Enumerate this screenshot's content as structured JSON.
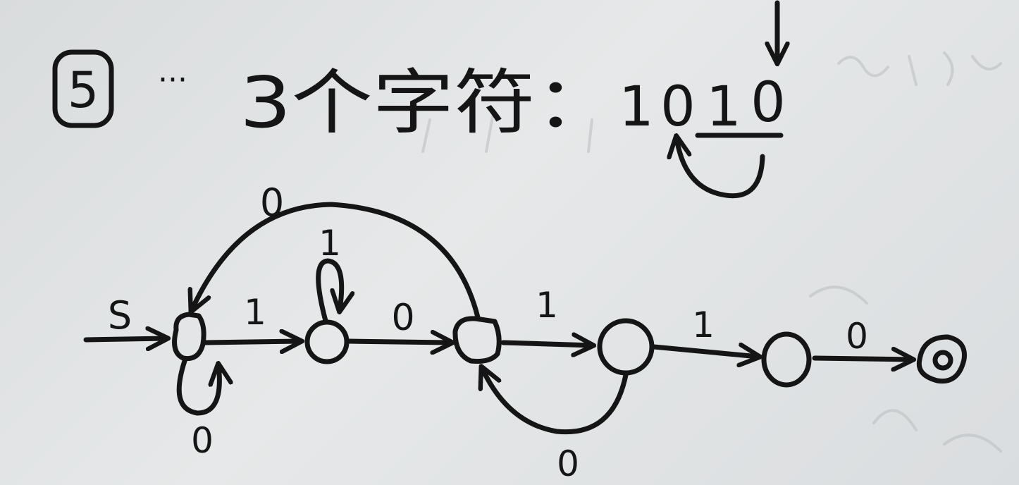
{
  "heading": {
    "item_number": "5",
    "ellipsis": "···",
    "text": "3个字符：",
    "string_digits": [
      "1",
      "0",
      "1",
      "0"
    ]
  },
  "diagram": {
    "start_label": "S",
    "states": [
      {
        "id": "q0"
      },
      {
        "id": "q1"
      },
      {
        "id": "q2"
      },
      {
        "id": "q3"
      },
      {
        "id": "q4"
      },
      {
        "id": "q5",
        "accepting": true
      }
    ],
    "transitions": [
      {
        "from": "q0",
        "to": "q1",
        "label": "1"
      },
      {
        "from": "q1",
        "to": "q2",
        "label": "0"
      },
      {
        "from": "q2",
        "to": "q3",
        "label": "1"
      },
      {
        "from": "q3",
        "to": "q4",
        "label": "1"
      },
      {
        "from": "q4",
        "to": "q5",
        "label": "0"
      },
      {
        "from": "q2",
        "to": "q0",
        "label": "0"
      },
      {
        "from": "q0",
        "to": "q0",
        "label": "0"
      },
      {
        "from": "q1",
        "to": "q1",
        "label": "1"
      },
      {
        "from": "q3",
        "to": "q2",
        "label": "0"
      }
    ]
  }
}
